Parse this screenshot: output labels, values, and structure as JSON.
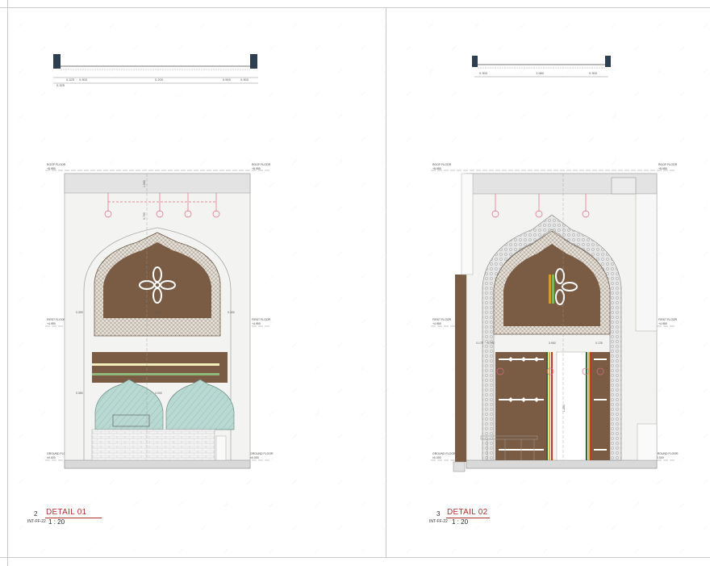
{
  "sheet": {
    "colors": {
      "wood": "#7a5c44",
      "pattern": "#d9d2c8",
      "green": "#8fb87a",
      "glass": "#b9d8d2",
      "dim": "#555555",
      "title": "#b03030",
      "pink": "#e06a80"
    }
  },
  "details": [
    {
      "number": "2",
      "title": "DETAIL 01",
      "ref": "INT-FF-22",
      "scale": "1 : 20",
      "levels": {
        "roof": "ROOF FLOOR",
        "roof_elev": "+8.950",
        "first": "FIRST FLOOR",
        "first_elev": "+4.950",
        "ground": "GROUND FLOOR",
        "ground_elev": "±0.000"
      },
      "plan_dims": [
        "0.325",
        "0.300",
        "0.200",
        "0.500",
        "0.325",
        "0.300"
      ],
      "dims": [
        "1.000",
        "0.700",
        "0.300",
        "1.600",
        "0.300",
        "0.350",
        "4.000"
      ]
    },
    {
      "number": "3",
      "title": "DETAIL 02",
      "ref": "INT-FF-22",
      "scale": "1 : 20",
      "levels": {
        "roof": "ROOF FLOOR",
        "roof_elev": "+8.950",
        "first": "FIRST FLOOR",
        "first_elev": "+4.950",
        "ground": "GROUND FLOOR",
        "ground_elev": "±0.000"
      },
      "plan_dims": [
        "0.300",
        "1.980",
        "0.300"
      ],
      "dims": [
        "0.175",
        "0.700",
        "0.725",
        "3.900",
        "1.200"
      ]
    }
  ]
}
